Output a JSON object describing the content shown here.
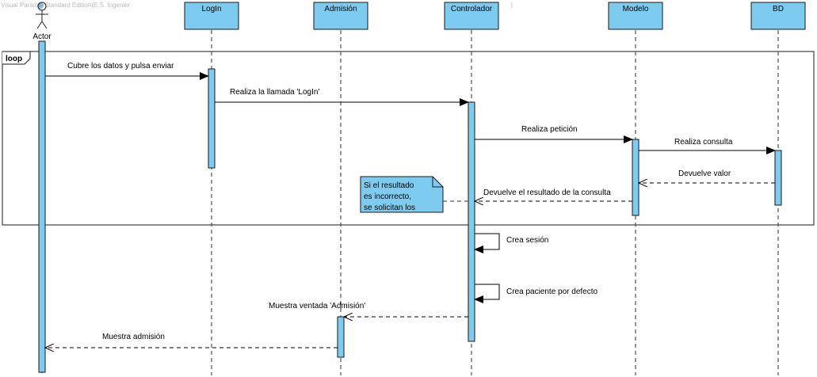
{
  "watermark": {
    "left": "Visual Parad",
    "middle": "Standard Edition(E.S. Ingenier",
    "right": ")"
  },
  "actor": {
    "name": "Actor"
  },
  "participants": [
    {
      "label": "LogIn"
    },
    {
      "label": "Admisión"
    },
    {
      "label": "Controlador"
    },
    {
      "label": "Modelo"
    },
    {
      "label": "BD"
    }
  ],
  "fragment": {
    "operator": "loop"
  },
  "messages": [
    {
      "text": "Cubre los datos y pulsa enviar",
      "kind": "sync"
    },
    {
      "text": "Realiza la llamada 'LogIn'",
      "kind": "sync"
    },
    {
      "text": "Realiza petición",
      "kind": "sync"
    },
    {
      "text": "Realiza consulta",
      "kind": "sync"
    },
    {
      "text": "Devuelve valor",
      "kind": "return"
    },
    {
      "text": "Devuelve el resultado de la consulta",
      "kind": "return"
    },
    {
      "text": "Crea sesión",
      "kind": "self"
    },
    {
      "text": "Crea paciente por defecto",
      "kind": "self"
    },
    {
      "text": "Muestra ventada 'Admisión'",
      "kind": "return"
    },
    {
      "text": "Muestra admisión",
      "kind": "return"
    }
  ],
  "note": {
    "lines": [
      "Si el resultado",
      "es incorrecto,",
      "se solicitan los"
    ]
  },
  "colors": {
    "lifeline_fill": "#7ecbf0",
    "lifeline_stroke": "#1a1a1a",
    "note_fill": "#7ecbf0",
    "fragment_stroke": "#1a1a1a"
  }
}
